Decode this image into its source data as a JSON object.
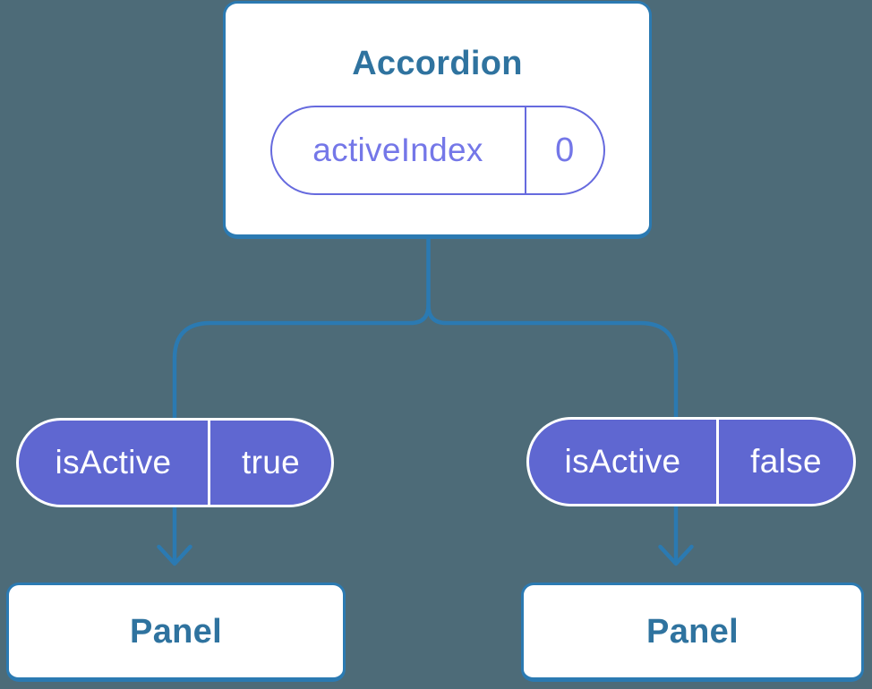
{
  "tree": {
    "root": {
      "label": "Accordion",
      "prop": {
        "name": "activeIndex",
        "value": "0"
      }
    },
    "children": [
      {
        "label": "Panel",
        "prop": {
          "name": "isActive",
          "value": "true"
        }
      },
      {
        "label": "Panel",
        "prop": {
          "name": "isActive",
          "value": "false"
        }
      }
    ]
  },
  "colors": {
    "background": "#4d6b78",
    "node_fill": "#ffffff",
    "node_border": "#2b7ab2",
    "node_label": "#2f739f",
    "connector": "#2b7ab2",
    "prop_pill_outline": "#666ade",
    "prop_pill_text": "#7477e8",
    "state_pill_fill": "#5f67d1",
    "state_pill_border": "#ffffff",
    "state_pill_text": "#ffffff"
  }
}
